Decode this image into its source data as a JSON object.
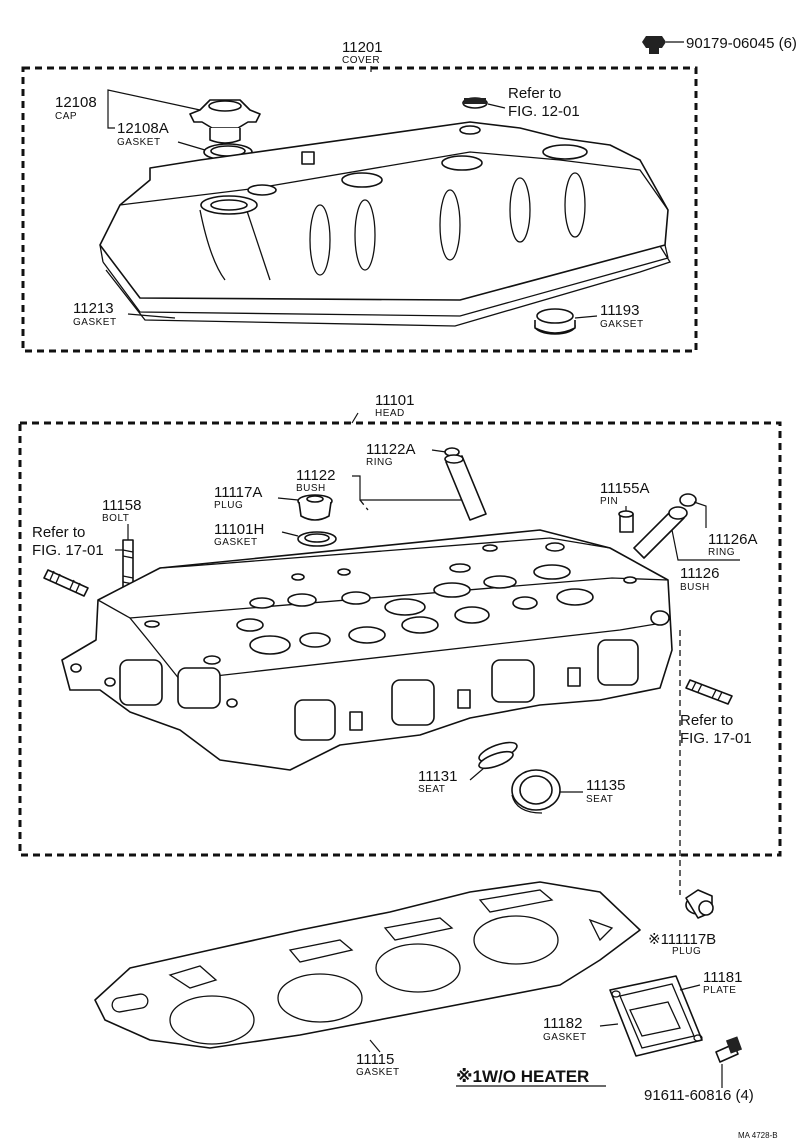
{
  "header": {
    "bolt_part": "90179-06045 (6)"
  },
  "cover_group": {
    "number": "11201",
    "name": "COVER",
    "refer_line1": "Refer to",
    "refer_line2": "FIG. 12-01",
    "parts": [
      {
        "id": "cap",
        "number": "12108",
        "name": "CAP"
      },
      {
        "id": "cap-gasket",
        "number": "12108A",
        "name": "GASKET"
      },
      {
        "id": "cover-gasket",
        "number": "11213",
        "name": "GASKET"
      },
      {
        "id": "gakset",
        "number": "11193",
        "name": "GAKSET"
      }
    ]
  },
  "head_group": {
    "number": "11101",
    "name": "HEAD",
    "parts": [
      {
        "id": "ring-a",
        "number": "11122A",
        "name": "RING"
      },
      {
        "id": "bush",
        "number": "11122",
        "name": "BUSH"
      },
      {
        "id": "plug-a",
        "number": "11117A",
        "name": "PLUG"
      },
      {
        "id": "gasket-h",
        "number": "11101H",
        "name": "GASKET"
      },
      {
        "id": "bolt",
        "number": "11158",
        "name": "BOLT"
      },
      {
        "id": "pin",
        "number": "11155A",
        "name": "PIN"
      },
      {
        "id": "ring-b",
        "number": "11126A",
        "name": "RING"
      },
      {
        "id": "bush-b",
        "number": "11126",
        "name": "BUSH"
      },
      {
        "id": "seat-a",
        "number": "11131",
        "name": "SEAT"
      },
      {
        "id": "seat-b",
        "number": "11135",
        "name": "SEAT"
      }
    ],
    "refer_left_line1": "Refer to",
    "refer_left_line2": "FIG. 17-01",
    "refer_right_line1": "Refer to",
    "refer_right_line2": "FIG. 17-01"
  },
  "lower_parts": [
    {
      "id": "plug-b",
      "number": "※111117B",
      "name": "PLUG"
    },
    {
      "id": "plate",
      "number": "11181",
      "name": "PLATE"
    },
    {
      "id": "plate-gasket",
      "number": "11182",
      "name": "GASKET"
    },
    {
      "id": "head-gasket",
      "number": "11115",
      "name": "GASKET"
    }
  ],
  "footnote": "※1W/O HEATER",
  "plate_bolt": "91611-60816 (4)",
  "figure_code": "MA 4728-B"
}
